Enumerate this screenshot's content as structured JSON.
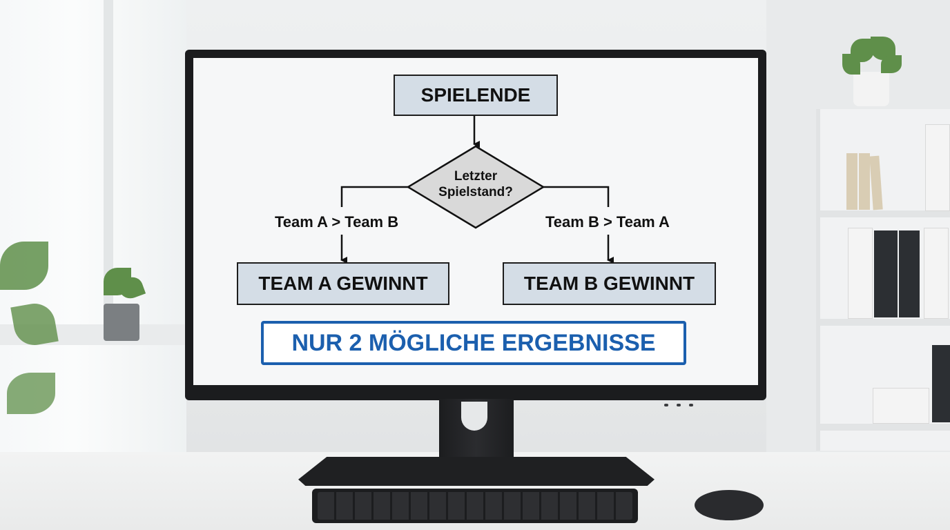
{
  "flowchart": {
    "start": "SPIELENDE",
    "decision": [
      "Letzter",
      "Spielstand?"
    ],
    "branch_left_label": "Team A > Team B",
    "branch_right_label": "Team B > Team A",
    "outcome_left": "TEAM A GEWINNT",
    "outcome_right": "TEAM B GEWINNT",
    "banner": "NUR 2 MÖGLICHE ERGEBNISSE"
  },
  "colors": {
    "box_fill": "#d4dde6",
    "decision_fill": "#d9d9d9",
    "banner_accent": "#1b5fae",
    "screen_bg": "#f6f7f8",
    "monitor_frame": "#1b1c1e"
  },
  "icons": [
    "keyboard-icon",
    "mouse-icon",
    "plant-icon"
  ]
}
